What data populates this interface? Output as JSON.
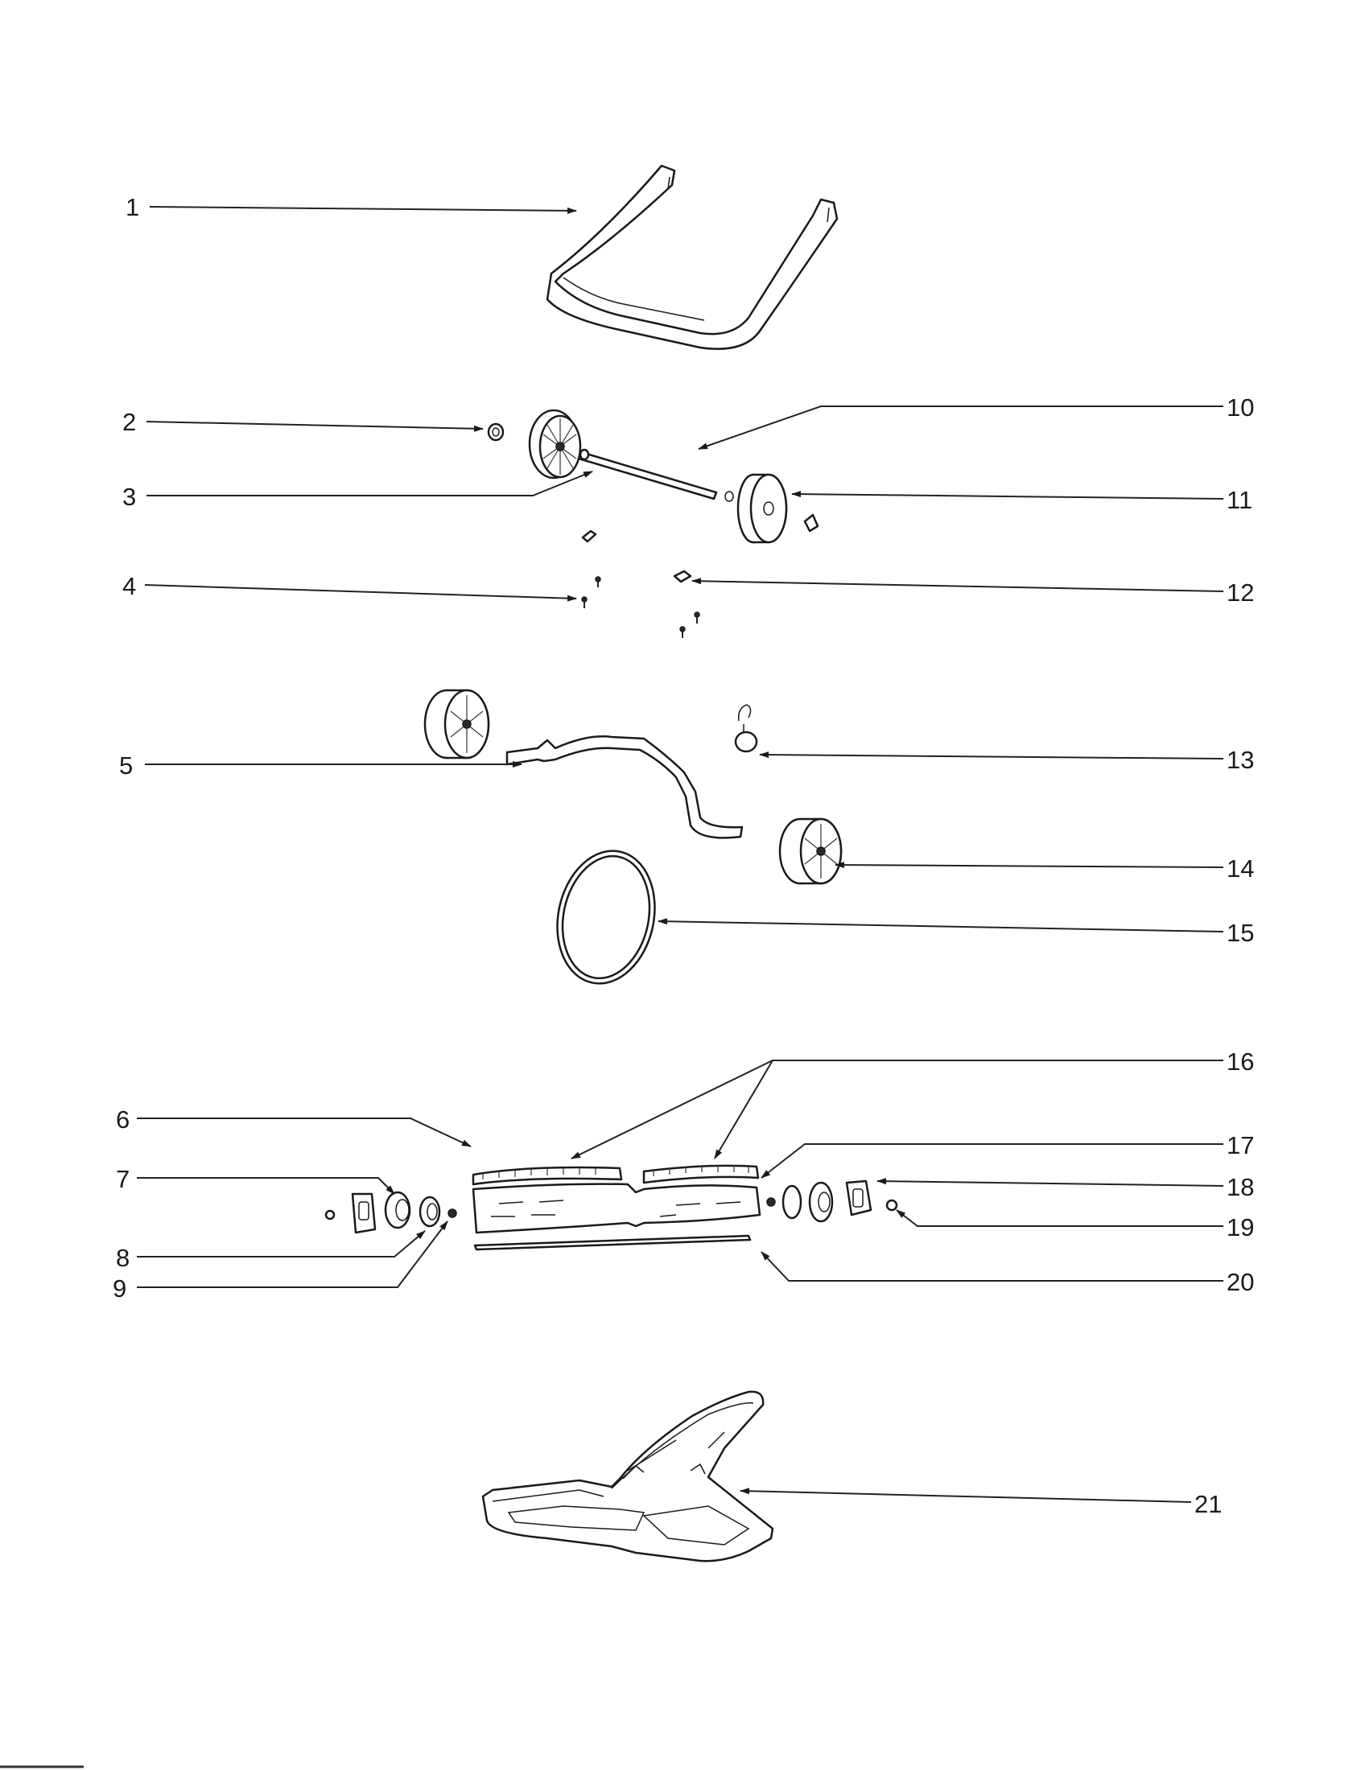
{
  "diagram": {
    "callouts": [
      {
        "id": "1",
        "text": "1"
      },
      {
        "id": "2",
        "text": "2"
      },
      {
        "id": "3",
        "text": "3"
      },
      {
        "id": "4",
        "text": "4"
      },
      {
        "id": "5",
        "text": "5"
      },
      {
        "id": "6",
        "text": "6"
      },
      {
        "id": "7",
        "text": "7"
      },
      {
        "id": "8",
        "text": "8"
      },
      {
        "id": "9",
        "text": "9"
      },
      {
        "id": "10",
        "text": "10"
      },
      {
        "id": "11",
        "text": "11"
      },
      {
        "id": "12",
        "text": "12"
      },
      {
        "id": "13",
        "text": "13"
      },
      {
        "id": "14",
        "text": "14"
      },
      {
        "id": "15",
        "text": "15"
      },
      {
        "id": "16",
        "text": "16"
      },
      {
        "id": "17",
        "text": "17"
      },
      {
        "id": "18",
        "text": "18"
      },
      {
        "id": "19",
        "text": "19"
      },
      {
        "id": "20",
        "text": "20"
      },
      {
        "id": "21",
        "text": "21"
      }
    ],
    "line_color": "#222222",
    "background": "#ffffff"
  }
}
